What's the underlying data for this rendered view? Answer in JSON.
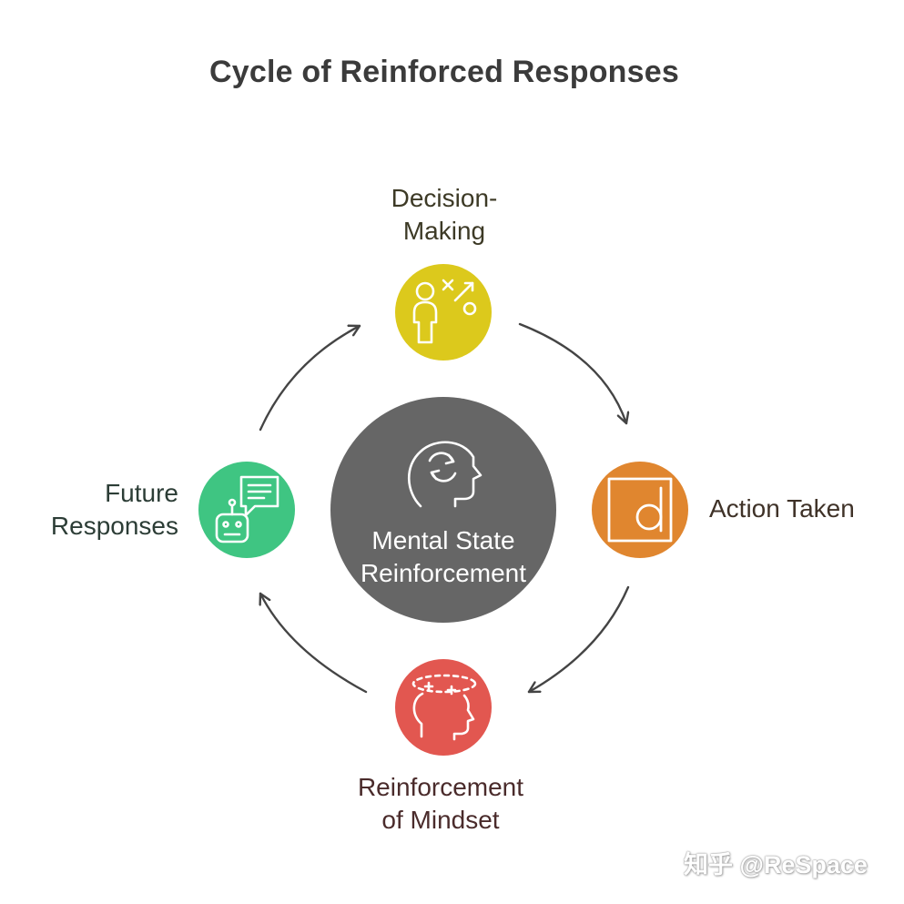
{
  "title": "Cycle of Reinforced Responses",
  "center": {
    "line1": "Mental State",
    "line2": "Reinforcement",
    "color": "#666666"
  },
  "nodes": {
    "decision": {
      "line1": "Decision-",
      "line2": "Making",
      "color": "#dcc91c",
      "icon": "person-choice-icon"
    },
    "action": {
      "line1": "Action Taken",
      "color": "#e0862f",
      "icon": "letter-d-square-icon"
    },
    "reinforcement": {
      "line1": "Reinforcement",
      "line2": "of Mindset",
      "color": "#e25750",
      "icon": "head-halo-icon"
    },
    "future": {
      "line1": "Future",
      "line2": "Responses",
      "color": "#3fc582",
      "icon": "robot-chat-icon"
    }
  },
  "watermark": "知乎 @ReSpace"
}
